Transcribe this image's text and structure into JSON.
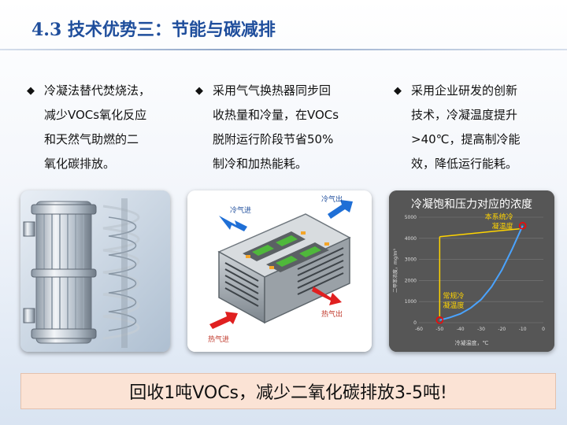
{
  "title": "4.3 技术优势三：节能与碳减排",
  "bullets": [
    {
      "marker": "◆",
      "lines": [
        "冷凝法替代焚烧法，",
        "减少VOCs氧化反应",
        "和天然气助燃的二",
        "氧化碳排放。"
      ]
    },
    {
      "marker": "◆",
      "lines": [
        "采用气气换热器同步回",
        "收热量和冷量，在VOCs",
        "脱附运行阶段节省50%",
        "制冷和加热能耗。"
      ]
    },
    {
      "marker": "◆",
      "lines": [
        "采用企业研发的创新",
        "技术，冷凝温度提升",
        ">40℃，提高制冷能",
        "效，降低运行能耗。"
      ]
    }
  ],
  "heat_exchanger_labels": {
    "cold_in": "冷气进",
    "cold_out": "冷气出",
    "hot_in": "热气进",
    "hot_out": "热气出"
  },
  "chart_data": {
    "type": "line",
    "title": "冷凝饱和压力对应的浓度",
    "xlabel": "冷凝温度，℃",
    "ylabel": "二甲苯浓度，mg/m³",
    "xlim": [
      -60,
      0
    ],
    "ylim": [
      0,
      5000
    ],
    "x_ticks": [
      "-60",
      "-50",
      "-40",
      "-30",
      "-20",
      "-10",
      "0"
    ],
    "y_ticks": [
      "0",
      "1000",
      "2000",
      "3000",
      "4000",
      "5000"
    ],
    "series": [
      {
        "x": [
          -50,
          -45,
          -40,
          -35,
          -30,
          -25,
          -20,
          -15,
          -10
        ],
        "values": [
          120,
          250,
          420,
          700,
          1100,
          1700,
          2500,
          3500,
          4600
        ]
      }
    ],
    "annotations": [
      {
        "text": "本系统冷凝温度",
        "x": -10,
        "y": 4600
      },
      {
        "text": "常规冷凝温度",
        "x": -50,
        "y": 120
      }
    ],
    "grid": true,
    "colors": {
      "line": "#4aa3ff",
      "annotation": "#ffd400",
      "marker": "#ff0000",
      "background": "#565656"
    }
  },
  "conclusion": "回收1吨VOCs，减少二氧化碳排放3-5吨!"
}
